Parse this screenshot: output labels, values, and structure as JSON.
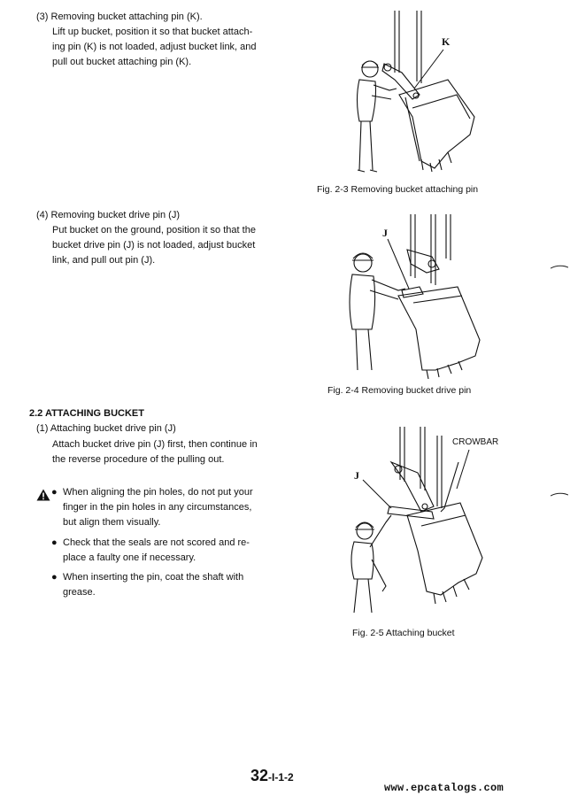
{
  "sections": {
    "step3": {
      "title": "(3) Removing bucket attaching pin (K).",
      "body": "Lift up bucket, position it so that bucket attach-\ning pin (K) is not loaded, adjust bucket link, and\npull out bucket attaching pin (K)."
    },
    "step4": {
      "title": "(4) Removing bucket drive pin (J)",
      "body": "Put bucket on the ground, position it so that the\nbucket drive pin (J) is not loaded, adjust bucket\nlink, and pull out pin (J)."
    },
    "attaching": {
      "heading": "2.2 ATTACHING BUCKET",
      "step1_title": "(1) Attaching bucket drive pin (J)",
      "step1_body": "Attach bucket drive pin (J) first, then continue in\nthe reverse procedure of the pulling out."
    },
    "warnings": [
      "When aligning the pin holes, do not put your\nfinger in the pin holes in any circumstances,\nbut align them visually.",
      "Check that the seals are not scored and re-\nplace a faulty one if necessary.",
      "When inserting the pin, coat the shaft with\ngrease."
    ],
    "warning_icon": "warning-triangle-icon"
  },
  "figures": {
    "fig3": {
      "caption": "Fig. 2-3  Removing bucket attaching pin",
      "label": "K"
    },
    "fig4": {
      "caption": "Fig. 2-4  Removing bucket drive pin",
      "label": "J"
    },
    "fig5": {
      "caption": "Fig. 2-5  Attaching bucket",
      "label": "J",
      "label2": "CROWBAR"
    }
  },
  "footer": {
    "page_main": "32",
    "page_suffix": "-I-1-2",
    "url": "www.epcatalogs.com"
  }
}
